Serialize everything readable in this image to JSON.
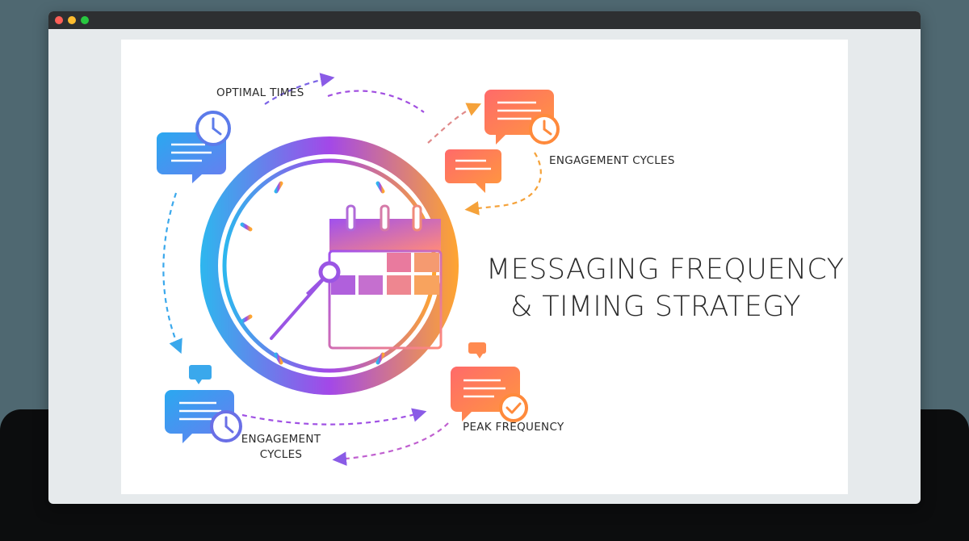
{
  "slide": {
    "title_line1": "MESSAGING FREQUENCY",
    "title_line2": "& TIMING STRATEGY",
    "labels": {
      "optimal_times": "OPTIMAL TIMES",
      "engagement_cycles_right": "ENGAGEMENT CYCLES",
      "peak_frequency": "PEAK FREQUENCY",
      "engagement_cycles_bottom": "ENGAGEMENT CYCLES"
    }
  },
  "colors": {
    "gradient_start": "#2db7ee",
    "gradient_mid": "#a348e8",
    "gradient_end": "#ffa530",
    "orange": "#ff8a3c"
  },
  "icons": [
    "chat-clock-icon",
    "chat-clock-icon",
    "chat-icon",
    "chat-check-icon",
    "clock-icon",
    "calendar-icon"
  ]
}
